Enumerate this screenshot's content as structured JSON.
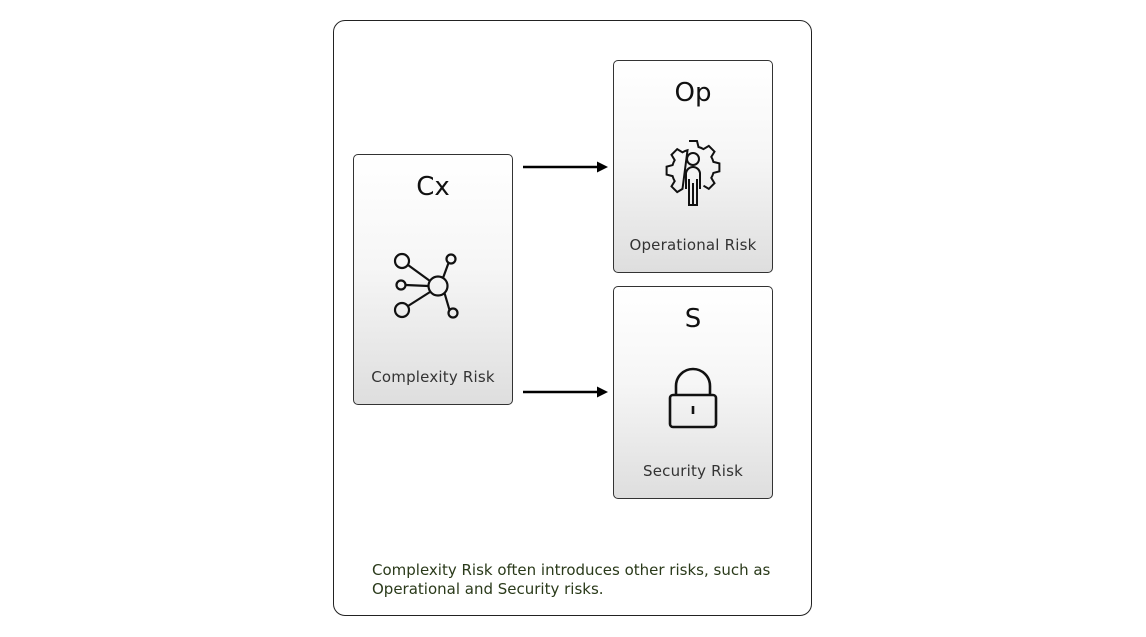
{
  "diagram": {
    "source": {
      "abbr": "Cx",
      "label": "Complexity Risk",
      "icon": "network-hub-icon"
    },
    "targets": [
      {
        "abbr": "Op",
        "label": "Operational Risk",
        "icon": "gear-person-icon"
      },
      {
        "abbr": "S",
        "label": "Security Risk",
        "icon": "padlock-icon"
      }
    ],
    "caption": "Complexity Risk often introduces other risks, such as Operational and Security risks."
  }
}
